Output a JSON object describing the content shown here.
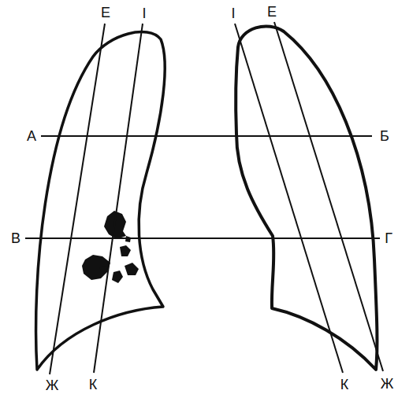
{
  "diagram": {
    "labels": [
      "Е",
      "І",
      "І",
      "Е",
      "А",
      "Б",
      "В",
      "Г",
      "Ж",
      "К",
      "К",
      "Ж"
    ]
  }
}
